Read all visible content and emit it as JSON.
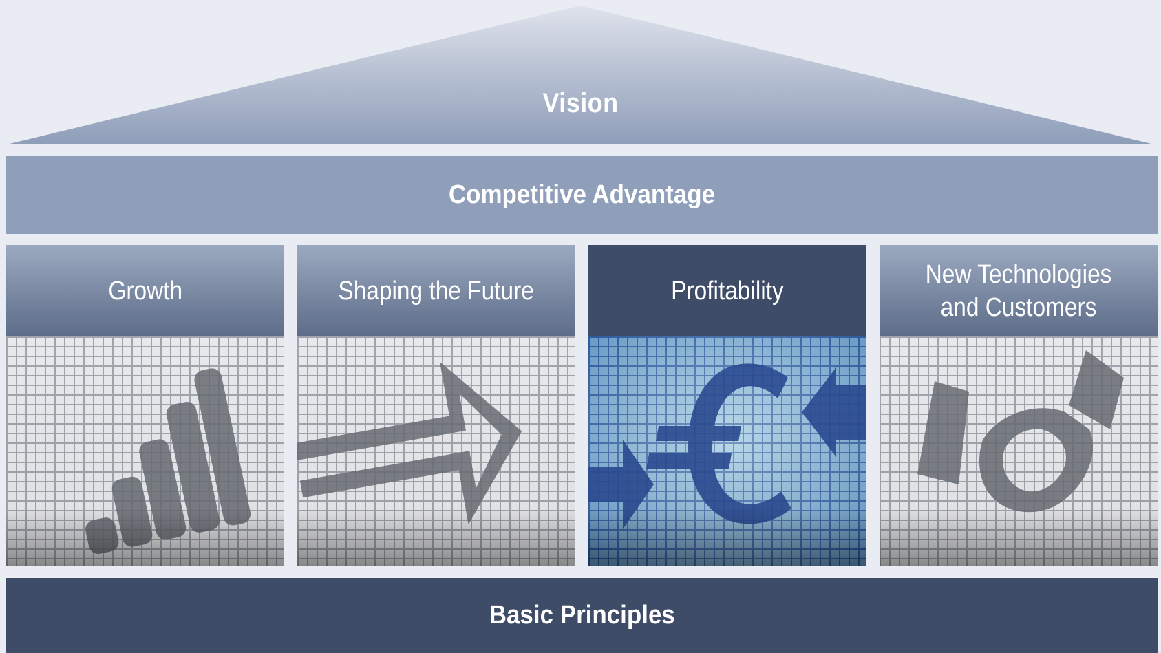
{
  "roof": {
    "label": "Vision"
  },
  "advantage": {
    "label": "Competitive Advantage"
  },
  "pillars": [
    {
      "label": "Growth",
      "icon": "bar-chart-icon"
    },
    {
      "label": "Shaping the Future",
      "icon": "arrow-right-icon"
    },
    {
      "label": "Profitability",
      "icon": "euro-icon"
    },
    {
      "label": "New Technologies and Customers",
      "icon": "handshake-icon"
    }
  ],
  "foundation": {
    "label": "Basic Principles"
  },
  "colors": {
    "background": "#e9edf3",
    "band_light": "#8f9fba",
    "band_dark": "#3e4c67",
    "pixel_gray": "#7a7e86",
    "pixel_blue": "#3b7fd6"
  }
}
